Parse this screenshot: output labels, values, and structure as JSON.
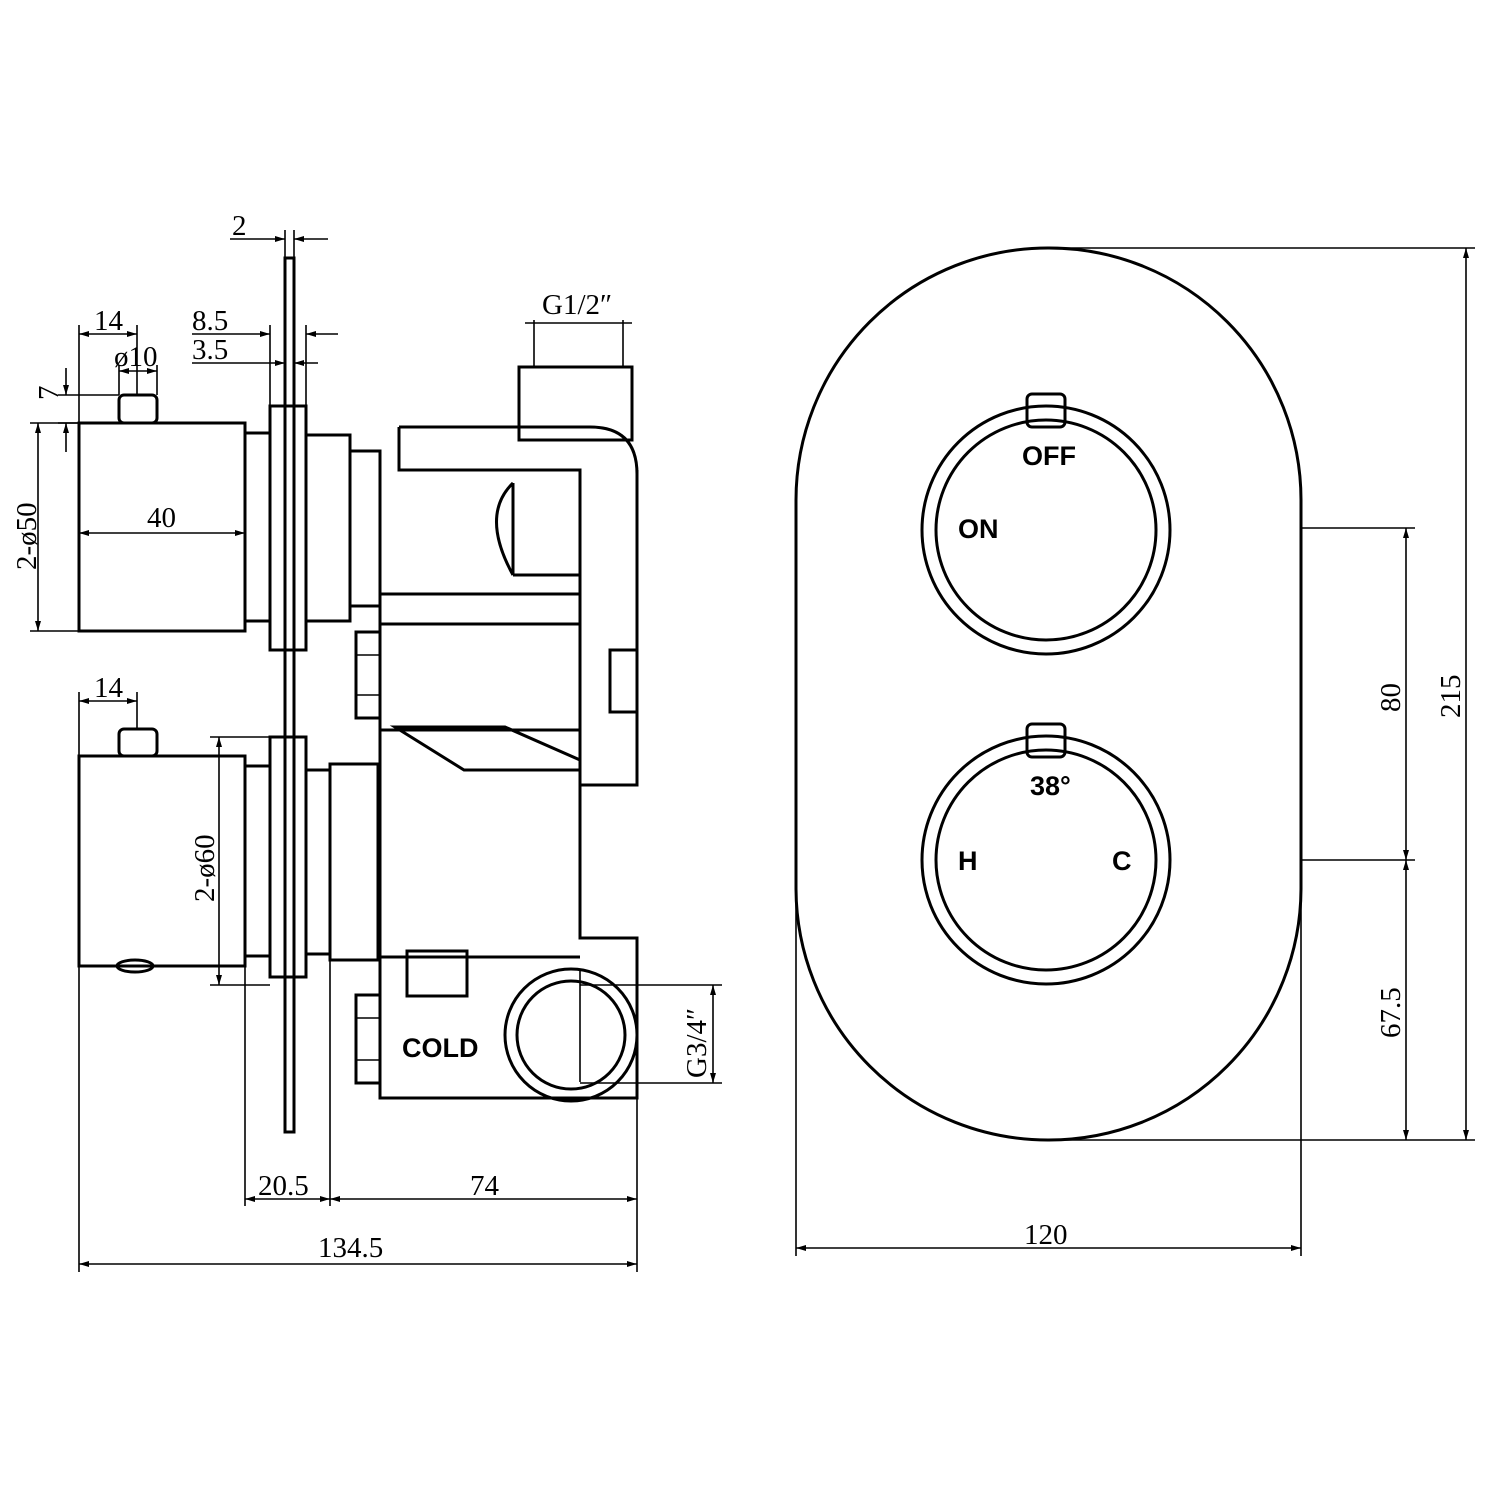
{
  "side_view": {
    "dims": {
      "plate": "2",
      "g_half": "G1/2″",
      "pin_w_top": "14",
      "d8_5": "8.5",
      "d3_5": "3.5",
      "phi10": "ø10",
      "d7": "7",
      "phi50": "2-ø50",
      "body_len": "40",
      "pin_w_bottom": "14",
      "phi60": "2-ø60",
      "g_three_quarter": "G3/4″",
      "d20_5": "20.5",
      "d74": "74",
      "overall_depth": "134.5"
    },
    "labels": {
      "cold": "COLD"
    }
  },
  "front_view": {
    "labels": {
      "off": "OFF",
      "on": "ON",
      "temp": "38°",
      "hot": "H",
      "cold": "C"
    },
    "dims": {
      "width": "120",
      "height": "215",
      "knob_spacing": "80",
      "bottom_offset": "67.5"
    }
  }
}
